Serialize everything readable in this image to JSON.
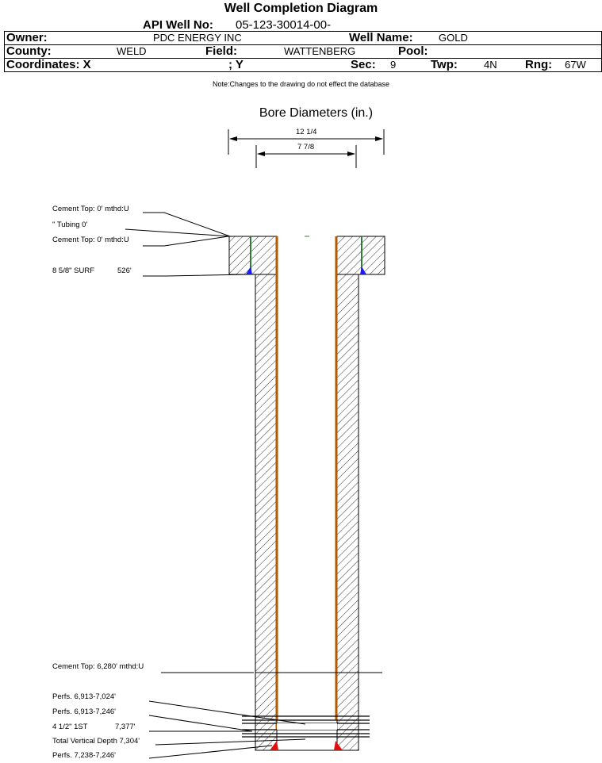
{
  "header": {
    "title": "Well Completion Diagram",
    "api_label": "API Well No:",
    "api_value": "05-123-30014-00-",
    "owner_label": "Owner:",
    "owner_value": "PDC ENERGY INC",
    "wellname_label": "Well Name:",
    "wellname_value": "GOLD",
    "county_label": "County:",
    "county_value": "WELD",
    "field_label": "Field:",
    "field_value": "WATTENBERG",
    "pool_label": "Pool:",
    "pool_value": "",
    "coords_label": "Coordinates: X",
    "coords_y_label": "; Y",
    "sec_label": "Sec:",
    "sec_value": "9",
    "twp_label": "Twp:",
    "twp_value": "4N",
    "rng_label": "Rng:",
    "rng_value": "67W"
  },
  "note": "Note:Changes to the drawing do not effect the database",
  "bore": {
    "title": "Bore Diameters (in.)",
    "outer": "12 1/4",
    "inner": "7 7/8"
  },
  "labels": {
    "cement_top_1": "Cement Top: 0' mthd:U",
    "tubing": "\" Tubing 0'",
    "cement_top_2": "Cement Top: 0' mthd:U",
    "surf_casing": "8 5/8\" SURF",
    "surf_depth": "526'",
    "cement_top_3": "Cement Top: 6,280' mthd:U",
    "perfs_1": "Perfs. 6,913-7,024'",
    "perfs_2": "Perfs. 6,913-7,246'",
    "prod_casing": "4 1/2\" 1ST",
    "prod_depth": "7,377'",
    "tvd": "Total Vertical Depth 7,304'",
    "perfs_3": "Perfs. 7,238-7,246'"
  },
  "colors": {
    "tubing": "#b35a00",
    "surface_casing": "#2e7d32",
    "shoe_blue": "#1a1aff",
    "shoe_red": "#e01010"
  }
}
